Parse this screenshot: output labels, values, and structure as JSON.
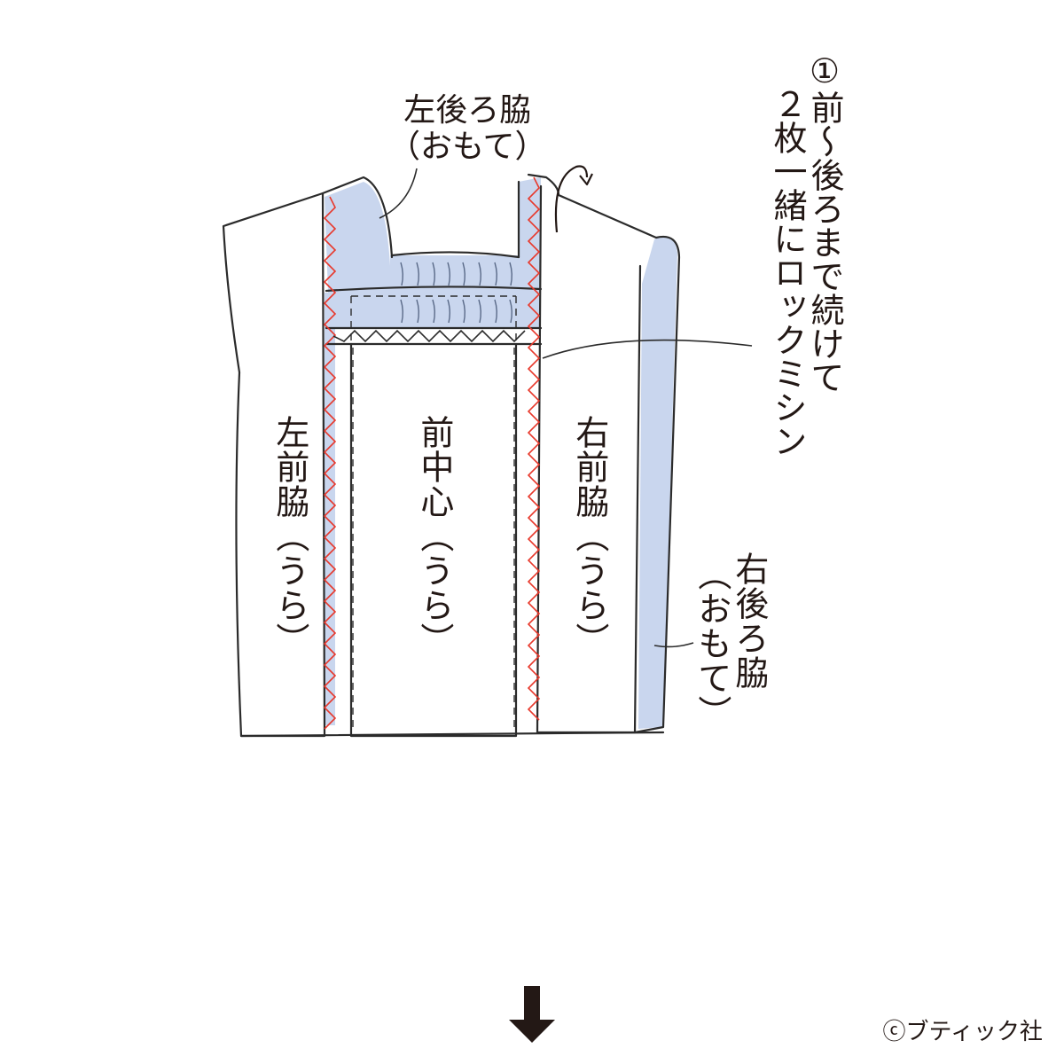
{
  "labels": {
    "left_back_side_line1": "左後ろ脇",
    "left_back_side_line2": "（おもて）",
    "left_front_side": "左前脇（うら）",
    "front_center": "前中心（うら）",
    "right_front_side": "右前脇（うら）",
    "right_back_side_line1": "右後ろ脇",
    "right_back_side_line2": "（おもて）"
  },
  "instruction": {
    "line1": "①前〜後ろまで続けて",
    "line2": "２枚一緒にロックミシン"
  },
  "copyright": "ⓒブティック社",
  "colors": {
    "outline": "#2b2b2b",
    "fabric_shade": "#c9d6ee",
    "serger_stitch": "#e8382b",
    "arrow": "#231815"
  },
  "icons": {
    "next_step": "down-arrow-icon",
    "fold": "curved-arrow-icon"
  }
}
